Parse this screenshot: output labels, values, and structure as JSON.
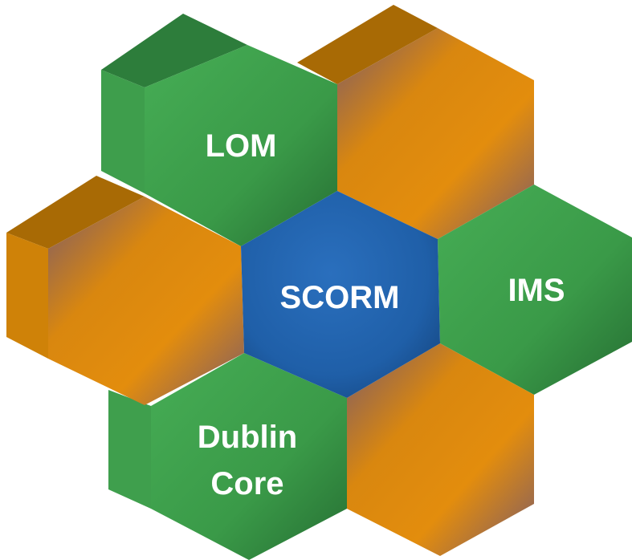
{
  "diagram": {
    "center": {
      "label": "SCORM",
      "color": "#1f5fa8"
    },
    "cells": [
      {
        "id": "lom",
        "lines": [
          "LOM"
        ],
        "color": "green"
      },
      {
        "id": "ims",
        "lines": [
          "IMS"
        ],
        "color": "green"
      },
      {
        "id": "dublin-core",
        "lines": [
          "Dublin",
          "Core"
        ],
        "color": "green"
      },
      {
        "id": "orange-top-right",
        "lines": [],
        "color": "orange"
      },
      {
        "id": "orange-left",
        "lines": [],
        "color": "orange"
      },
      {
        "id": "orange-bottom-right",
        "lines": [],
        "color": "orange"
      }
    ],
    "colors": {
      "green": "#3a9a48",
      "green_dark": "#2a7a38",
      "orange": "#dd8a12",
      "orange_dark": "#b86f05",
      "blue": "#1f5fa8"
    }
  }
}
